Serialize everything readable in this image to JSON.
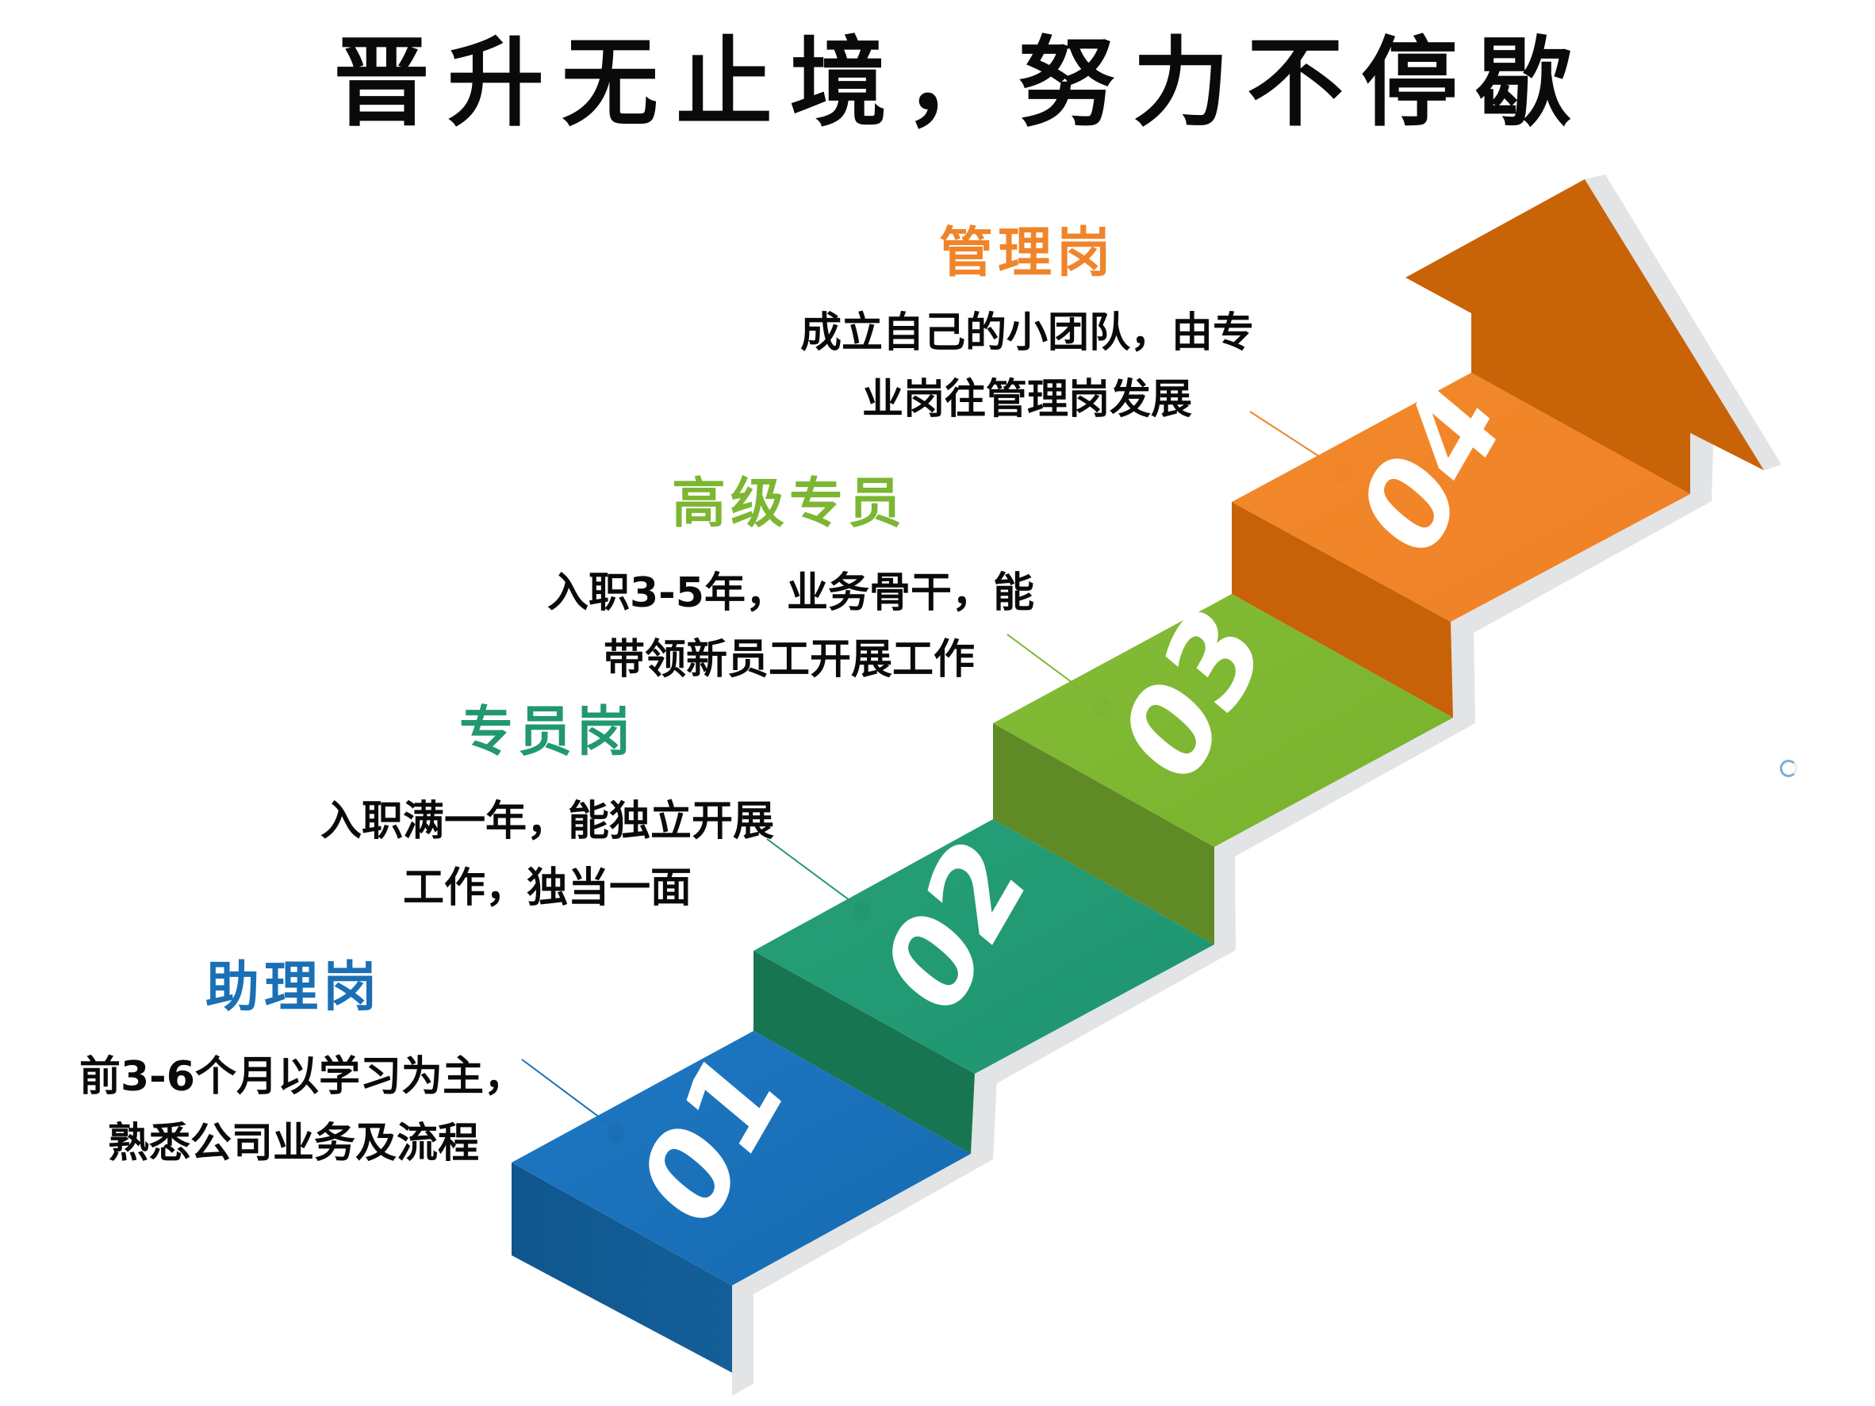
{
  "title": "晋升无止境，努力不停歇",
  "colors": {
    "step1": "#1a6fb5",
    "step2": "#229870",
    "step3": "#7cb632",
    "step4": "#f0842a",
    "shadow": "#e3e4e6",
    "text": "#0a0a0a"
  },
  "steps": [
    {
      "number": "01",
      "heading": "助理岗",
      "heading_color": "#1a6fb5",
      "description_lines": [
        "前3-6个月以学习为主，",
        "熟悉公司业务及流程"
      ]
    },
    {
      "number": "02",
      "heading": "专员岗",
      "heading_color": "#229870",
      "description_lines": [
        "入职满一年，能独立开展",
        "工作，独当一面"
      ]
    },
    {
      "number": "03",
      "heading": "高级专员",
      "heading_color": "#7cb632",
      "description_lines": [
        "入职3-5年，业务骨干，能",
        "带领新员工开展工作"
      ]
    },
    {
      "number": "04",
      "heading": "管理岗",
      "heading_color": "#f0842a",
      "description_lines": [
        "成立自己的小团队，由专",
        "业岗往管理岗发展"
      ]
    }
  ],
  "icons": {
    "arrow": "up-right-arrow-icon",
    "loading": "loading-spinner-icon"
  }
}
